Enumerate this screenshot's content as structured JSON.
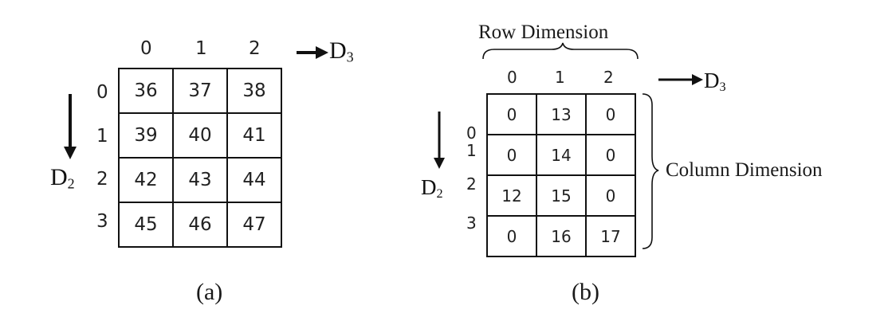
{
  "panels": [
    {
      "caption": "(a)",
      "column_indices": [
        "0",
        "1",
        "2"
      ],
      "row_indices": [
        "0",
        "1",
        "2",
        "3"
      ],
      "horizontal_axis": "D",
      "horizontal_axis_sub": "3",
      "vertical_axis": "D",
      "vertical_axis_sub": "2",
      "rows": [
        [
          "36",
          "37",
          "38"
        ],
        [
          "39",
          "40",
          "41"
        ],
        [
          "42",
          "43",
          "44"
        ],
        [
          "45",
          "46",
          "47"
        ]
      ]
    },
    {
      "caption": "(b)",
      "row_dimension_label": "Row Dimension",
      "column_dimension_label": "Column Dimension",
      "column_indices": [
        "0",
        "1",
        "2"
      ],
      "row_indices": [
        "0",
        "1",
        "2",
        "3"
      ],
      "horizontal_axis": "D",
      "horizontal_axis_sub": "3",
      "vertical_axis": "D",
      "vertical_axis_sub": "2",
      "rows": [
        [
          "0",
          "13",
          "0"
        ],
        [
          "0",
          "14",
          "0"
        ],
        [
          "12",
          "15",
          "0"
        ],
        [
          "0",
          "16",
          "17"
        ]
      ]
    }
  ]
}
